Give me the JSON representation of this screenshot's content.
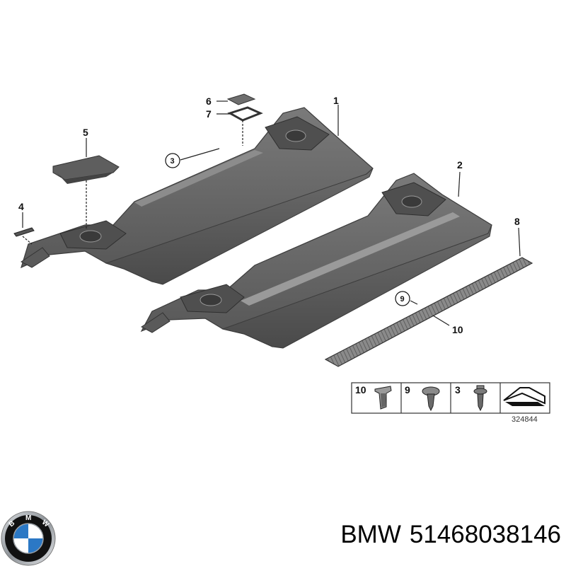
{
  "callouts": {
    "c1": "1",
    "c2": "2",
    "c3": "3",
    "c4": "4",
    "c5": "5",
    "c6": "6",
    "c7": "7",
    "c8": "8",
    "c9": "9",
    "c10": "10"
  },
  "legend": {
    "items": [
      {
        "number": "10",
        "icon": "clip-nut-icon"
      },
      {
        "number": "9",
        "icon": "push-rivet-icon"
      },
      {
        "number": "3",
        "icon": "expanding-rivet-icon"
      },
      {
        "number": "",
        "icon": "dimension-arrow-icon"
      }
    ],
    "diagram_number": "324844"
  },
  "brand": {
    "name": "BMW",
    "part_number": "51468038146",
    "logo_letters": "BMW",
    "colors": {
      "blue": "#2b78c5",
      "black": "#111111",
      "chrome": "#b8bcc2"
    }
  }
}
